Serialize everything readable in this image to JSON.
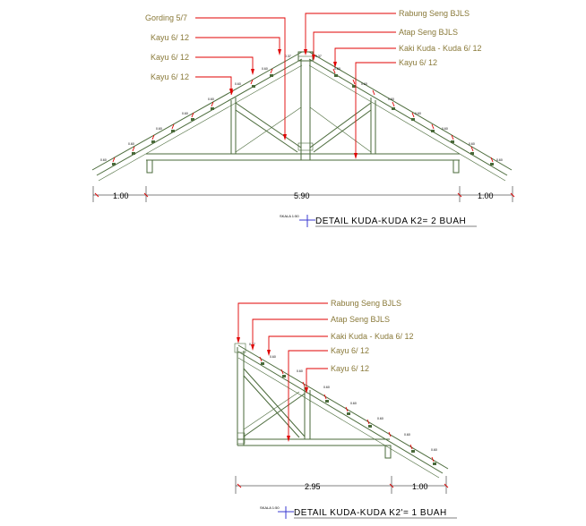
{
  "truss1": {
    "labels": {
      "gording": "Gording 5/7",
      "kayu1": "Kayu 6/ 12",
      "kayu2": "Kayu 6/ 12",
      "kayu3": "Kayu 6/ 12",
      "rabung": "Rabung Seng BJLS",
      "atap": "Atap Seng BJLS",
      "kaki": "Kaki Kuda - Kuda 6/ 12",
      "kayu4": "Kayu 6/ 12"
    },
    "dims": {
      "left": "1.00",
      "main": "5.90",
      "right": "1.00"
    },
    "scale": "SKALA 1:50",
    "title": "DETAIL KUDA-KUDA K2= 2 BUAH"
  },
  "truss2": {
    "labels": {
      "rabung": "Rabung Seng BJLS",
      "atap": "Atap Seng BJLS",
      "kaki": "Kaki Kuda - Kuda 6/ 12",
      "kayu1": "Kayu 6/ 12",
      "kayu2": "Kayu 6/ 12"
    },
    "dims": {
      "main": "2.95",
      "right": "1.00"
    },
    "scale": "SKALA 1:50",
    "title": "DETAIL KUDA-KUDA K2'= 1 BUAH"
  },
  "colors": {
    "label": "#8a7a3a",
    "leader": "#e00000",
    "timber": "#4a6a3a"
  }
}
